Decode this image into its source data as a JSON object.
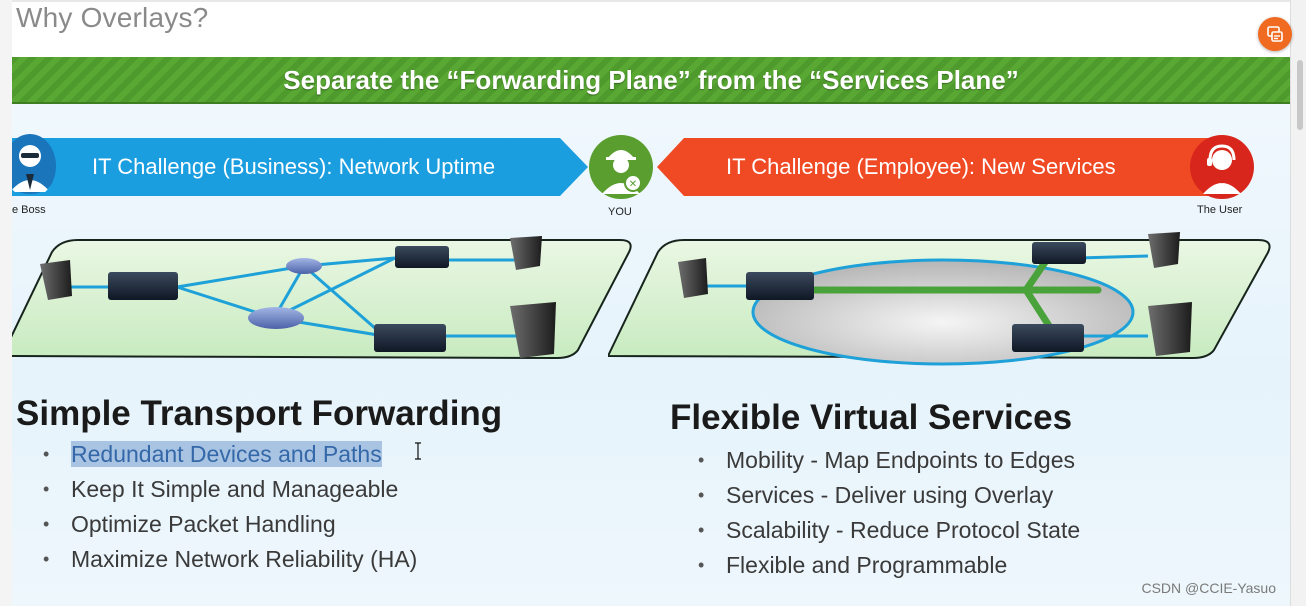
{
  "slide": {
    "title": "Why Overlays?",
    "banner": "Separate the “Forwarding Plane” from the “Services Plane”"
  },
  "left_arrow": {
    "text": "IT Challenge (Business): Network Uptime",
    "color": "#1a9ee0"
  },
  "right_arrow": {
    "text": "IT Challenge (Employee): New Services",
    "color": "#f04a25"
  },
  "personas": {
    "boss": {
      "label": "e Boss",
      "color": "#1b75bb"
    },
    "you": {
      "label": "YOU",
      "color": "#5a9e2f"
    },
    "user": {
      "label": "The User",
      "color": "#d9261c"
    }
  },
  "left_section": {
    "heading": "Simple Transport Forwarding",
    "bullets": [
      "Redundant Devices and Paths",
      "Keep It Simple and Manageable",
      "Optimize Packet Handling",
      "Maximize Network Reliability (HA)"
    ]
  },
  "right_section": {
    "heading": "Flexible Virtual Services",
    "bullets": [
      "Mobility - Map Endpoints to Edges",
      "Services - Deliver using Overlay",
      "Scalability - Reduce Protocol State",
      "Flexible and Programmable"
    ]
  },
  "watermark": "CSDN @CCIE-Yasuo",
  "colors": {
    "banner_green": "#57a532",
    "link_blue": "#1ea0d8",
    "overlay_green": "#4aa33a",
    "selection": "#a9c4e3"
  }
}
